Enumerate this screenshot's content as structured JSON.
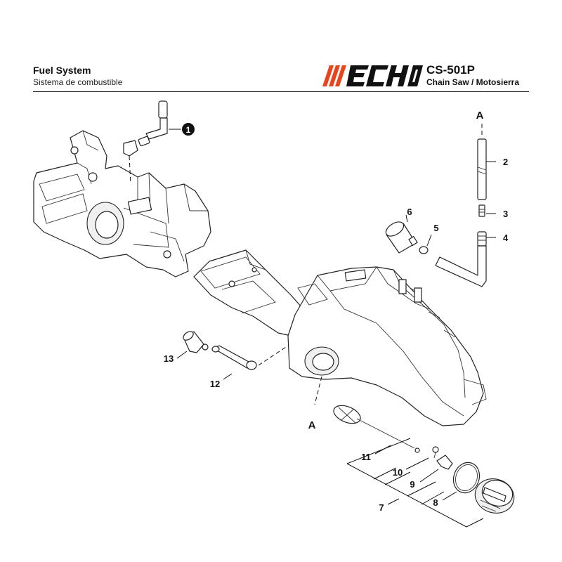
{
  "header": {
    "title": "Fuel System",
    "subtitle": "Sistema de combustible",
    "brand": "ECHO",
    "model": "CS-501P",
    "product": "Chain Saw / Motosierra",
    "brand_color": "#e8431c"
  },
  "callouts": {
    "c1": "1",
    "c2": "2",
    "c3": "3",
    "c4": "4",
    "c5": "5",
    "c6": "6",
    "c7": "7",
    "c8": "8",
    "c9": "9",
    "c10": "10",
    "c11": "11",
    "c12": "12",
    "c13": "13"
  },
  "references": {
    "top": "A",
    "bottom": "A"
  },
  "icons": {
    "circled_callout": "filled-circle-number"
  }
}
